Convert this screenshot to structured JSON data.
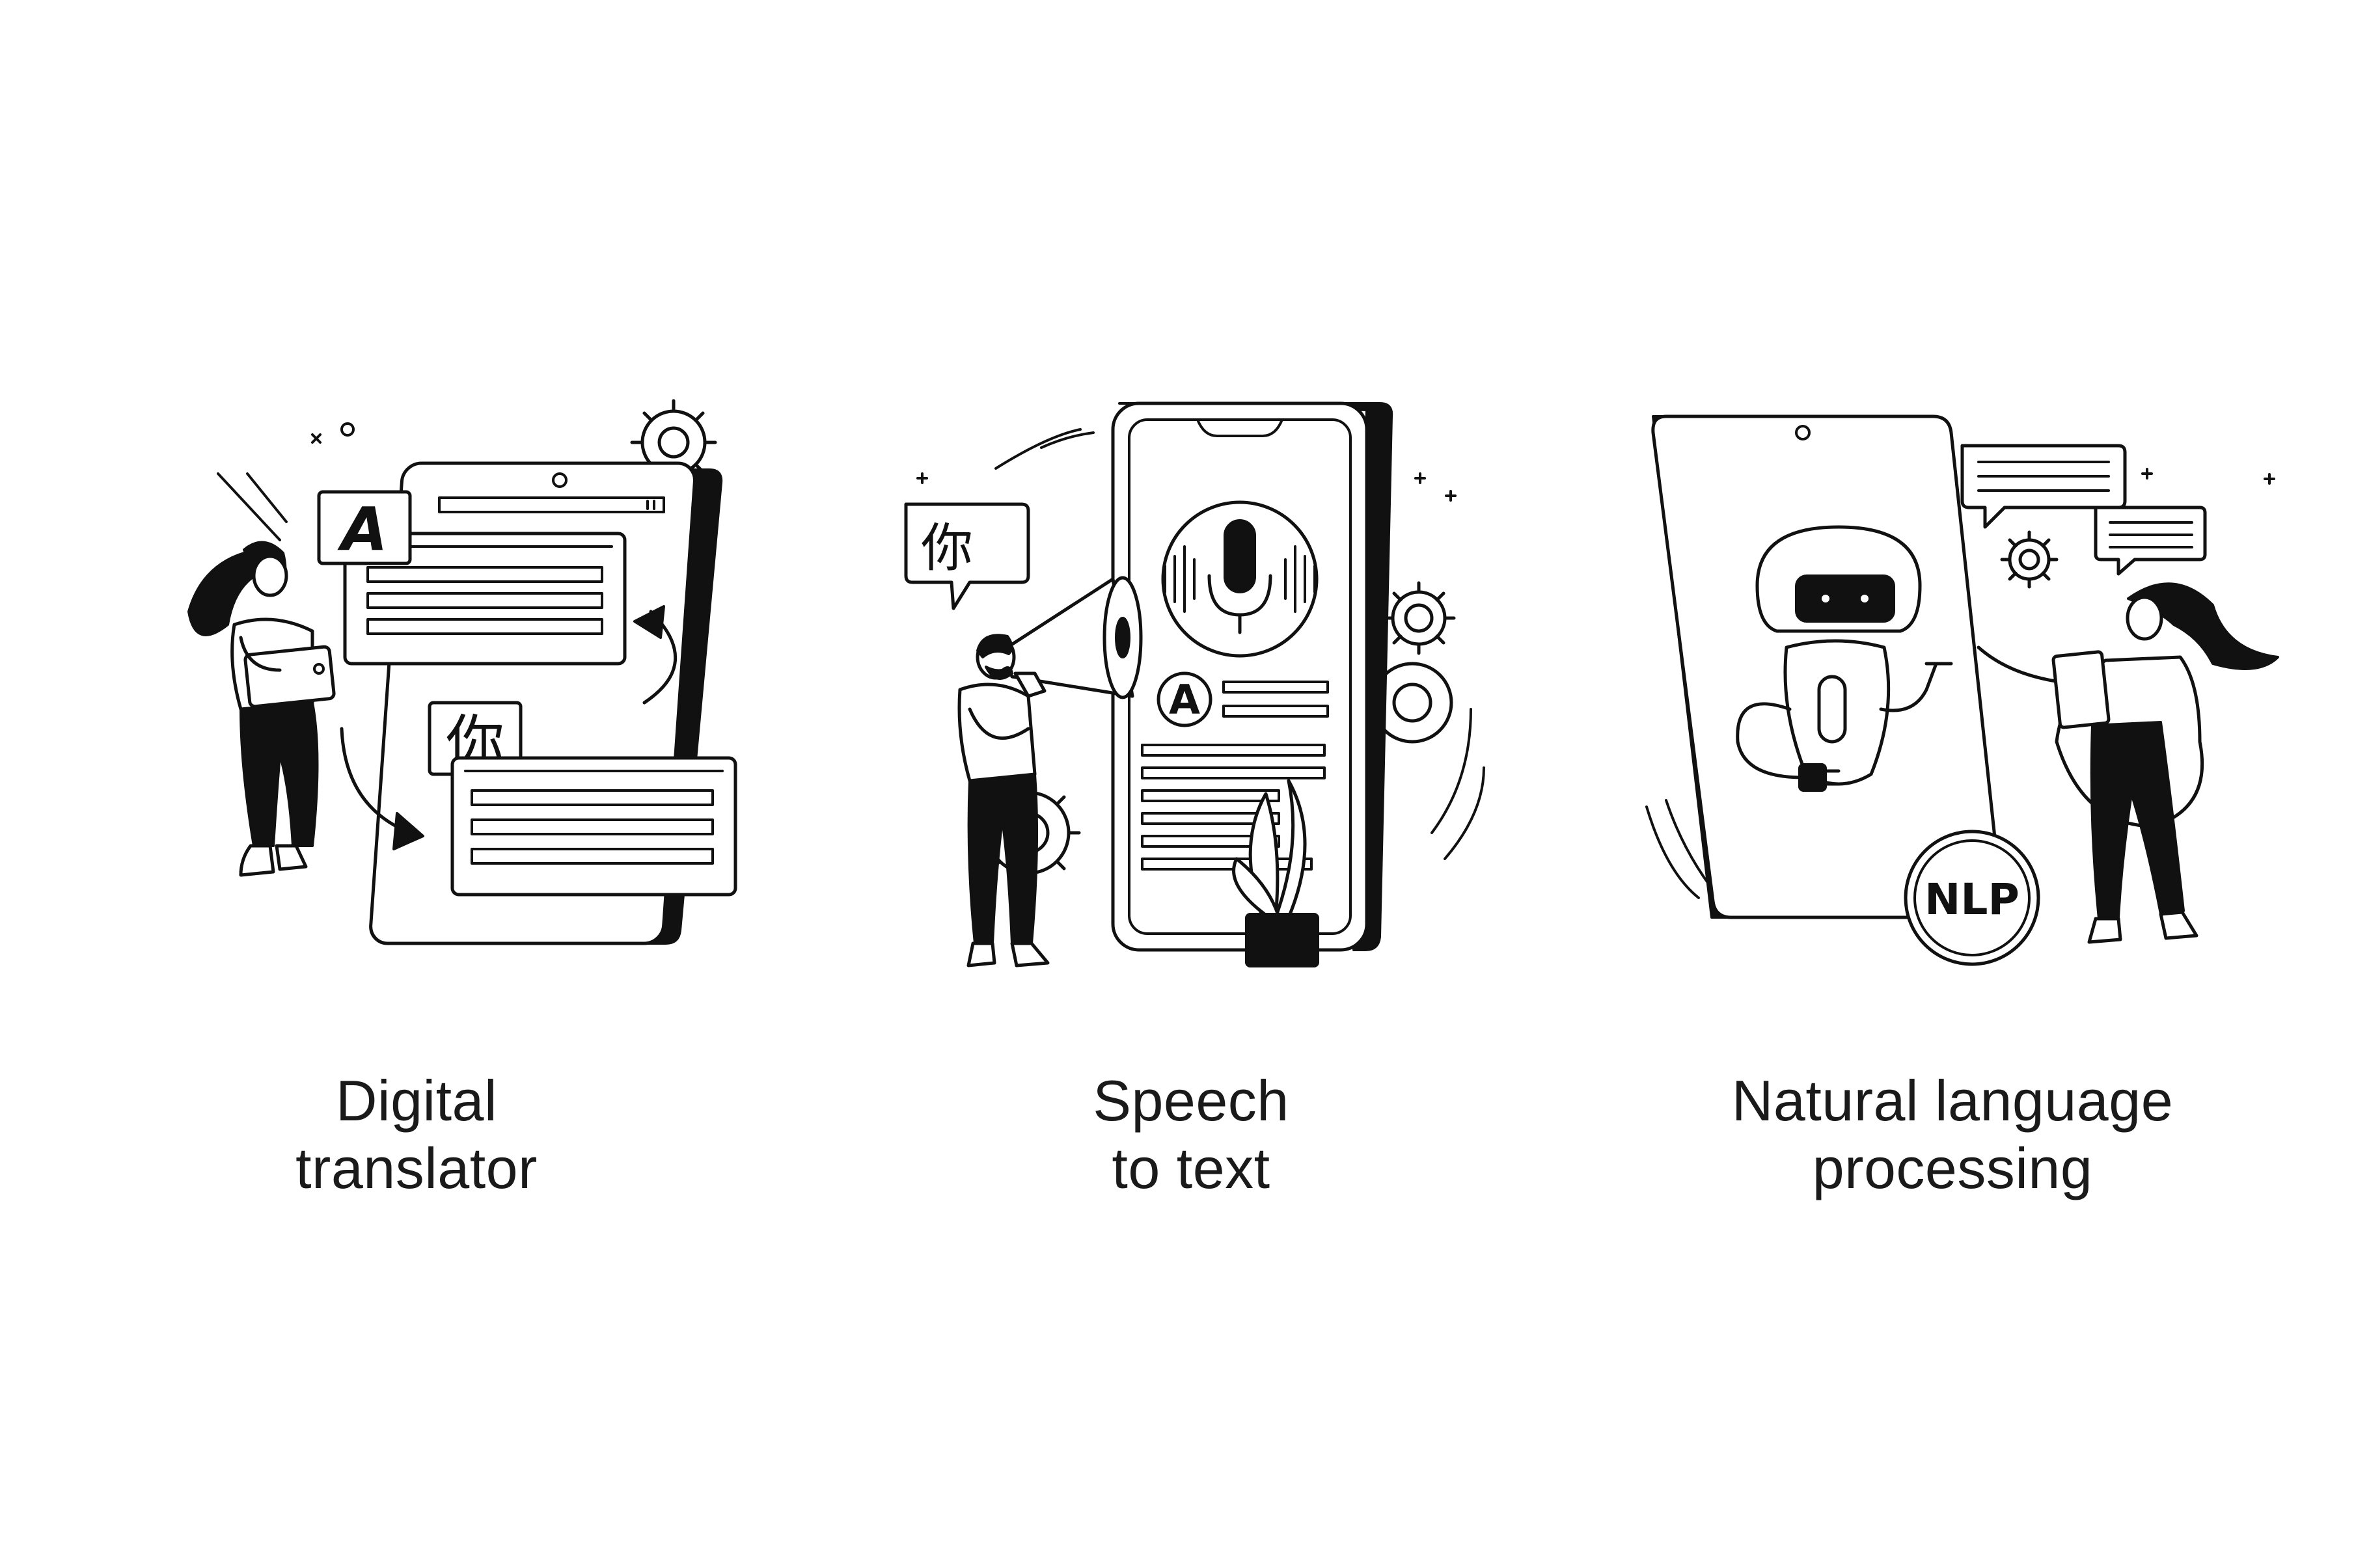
{
  "panels": [
    {
      "id": "digital-translator",
      "caption_lines": [
        "Digital",
        "translator"
      ],
      "glyphs": {
        "latin": "A",
        "cjk": "你"
      }
    },
    {
      "id": "speech-to-text",
      "caption_lines": [
        "Speech",
        "to text"
      ],
      "glyphs": {
        "latin": "A",
        "cjk": "你"
      }
    },
    {
      "id": "natural-language-processing",
      "caption_lines": [
        "Natural language",
        "processing"
      ],
      "glyphs": {
        "badge": "NLP"
      }
    }
  ]
}
